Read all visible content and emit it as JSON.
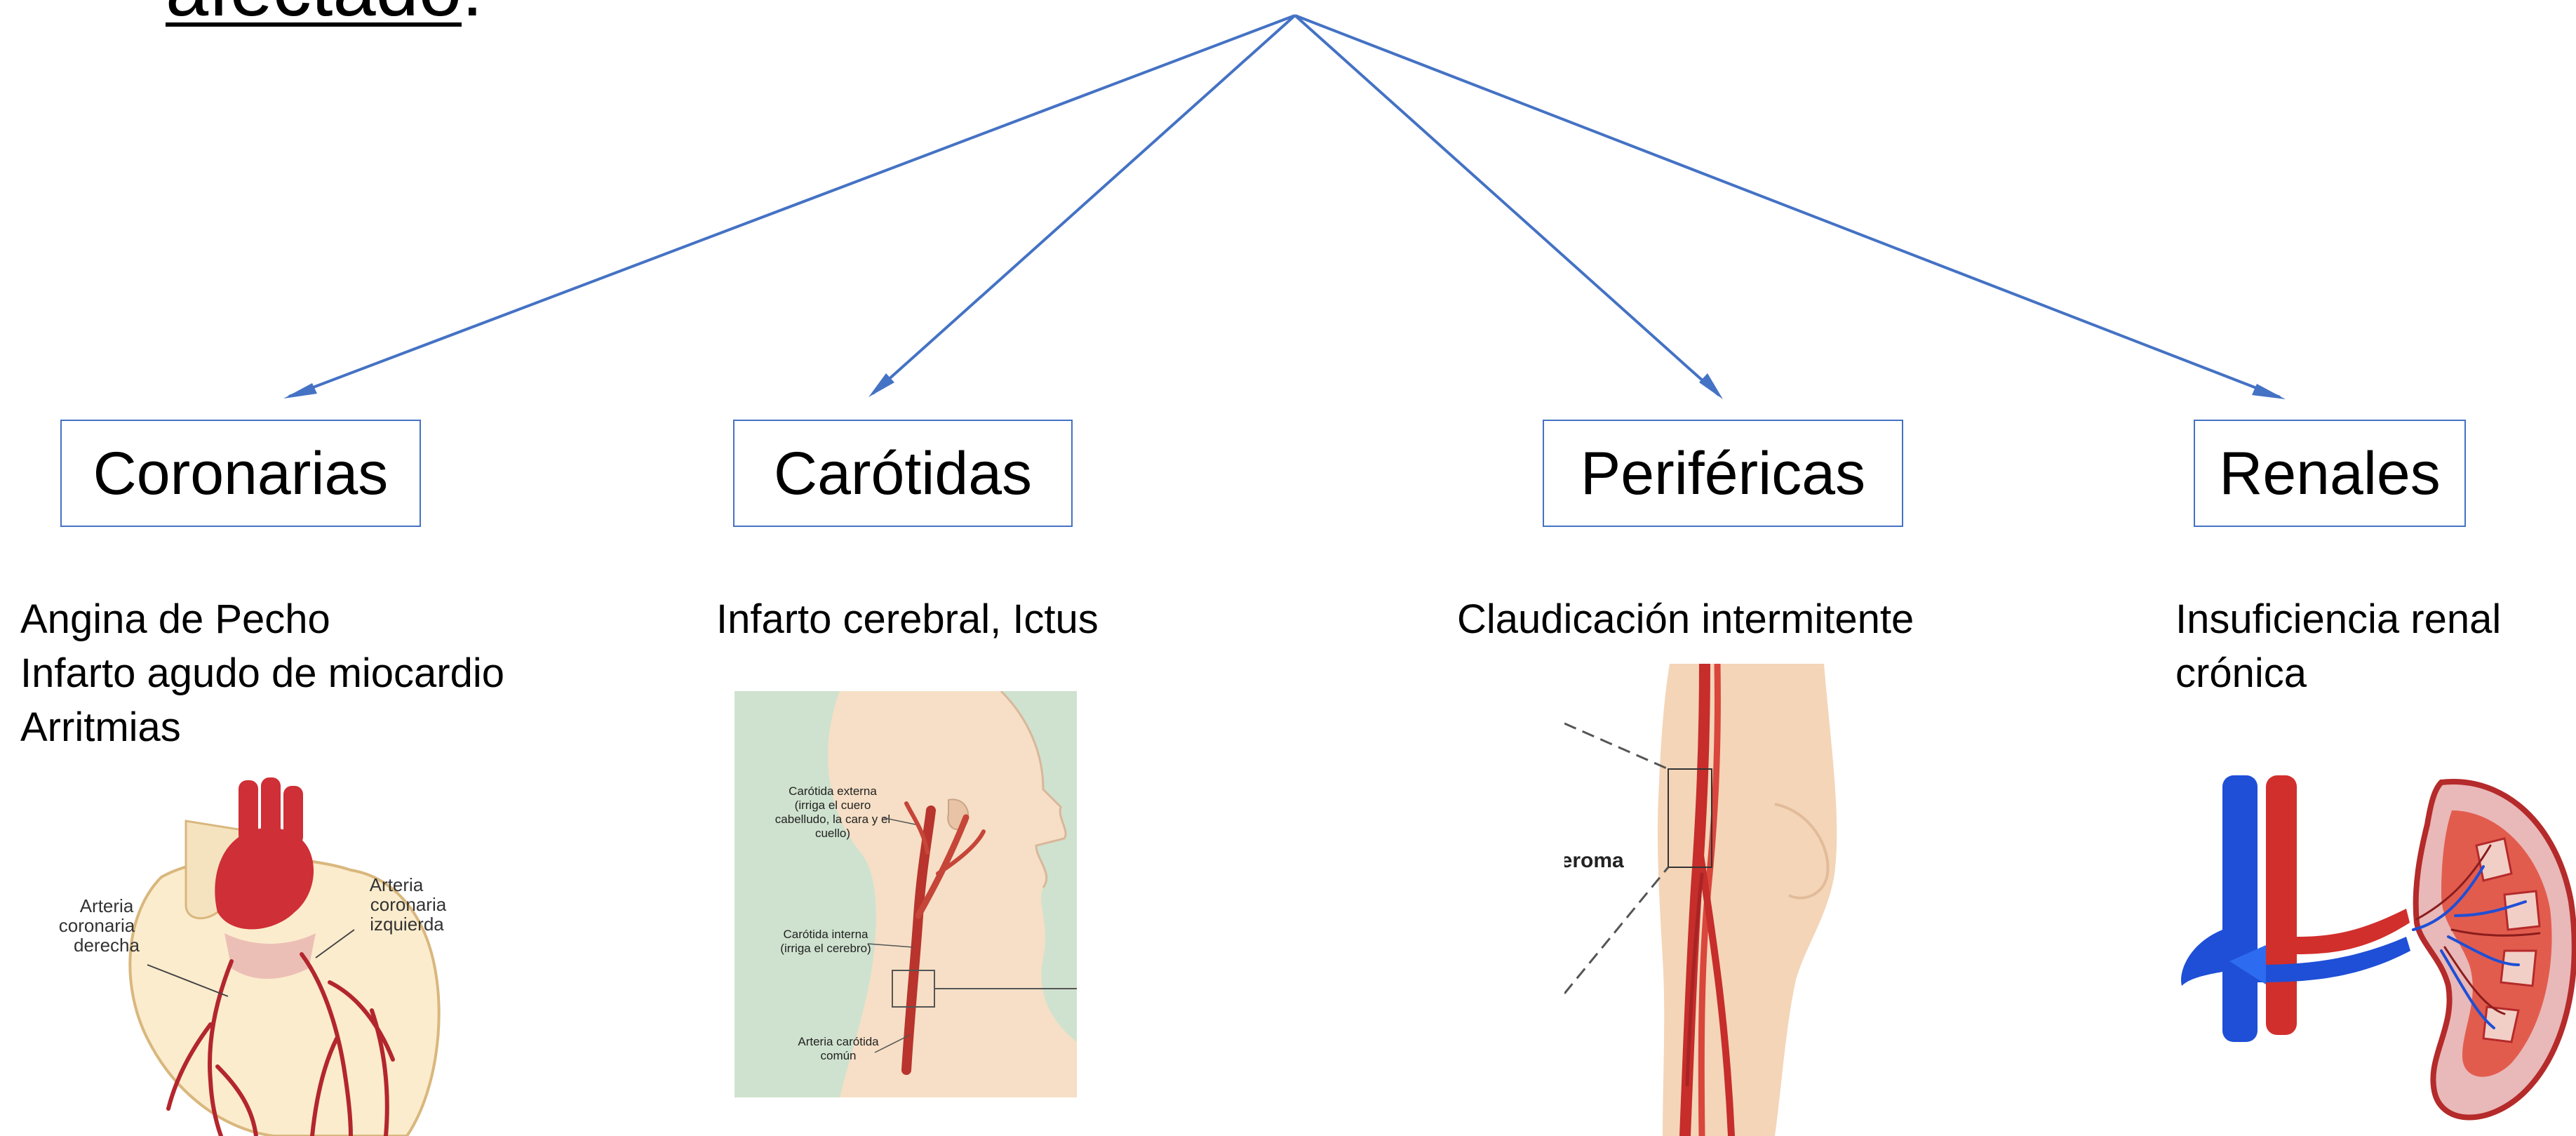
{
  "title": {
    "text_tail": ":",
    "underlined_word": "afectado"
  },
  "colors": {
    "accent": "#4472c4",
    "artery": "#c8312e",
    "vein": "#1e4fd6",
    "skin": "#f3dcc4",
    "neck_bg": "#cfe2cf"
  },
  "categories": [
    {
      "label": "Coronarias",
      "lines": [
        "Angina de Pecho",
        "Infarto agudo de miocardio",
        "Arritmias"
      ],
      "image_icon": "heart-coronary-arteries"
    },
    {
      "label": "Carótidas",
      "lines": [
        "Infarto cerebral, Ictus"
      ],
      "image_icon": "neck-carotid-arteries"
    },
    {
      "label": "Periféricas",
      "lines": [
        "Claudicación intermitente"
      ],
      "image_icon": "leg-peripheral-artery"
    },
    {
      "label": "Renales",
      "lines": [
        "Insuficiencia renal",
        "crónica"
      ],
      "image_icon": "kidney-renal-vessels"
    }
  ],
  "illustrations": {
    "heart": {
      "left_label": [
        "Arteria",
        "coronaria",
        "derecha"
      ],
      "right_label": [
        "Arteria",
        "coronaria",
        "izquierda"
      ]
    },
    "neck": {
      "external_label": [
        "Carótida externa",
        "(irriga el cuero",
        "cabelludo, la cara y el",
        "cuello)"
      ],
      "internal_label": [
        "Carótida interna",
        "(irriga el cerebro)"
      ],
      "common_label": [
        "Arteria carótida",
        "común"
      ]
    },
    "leg": {
      "label": "ateroma"
    }
  }
}
